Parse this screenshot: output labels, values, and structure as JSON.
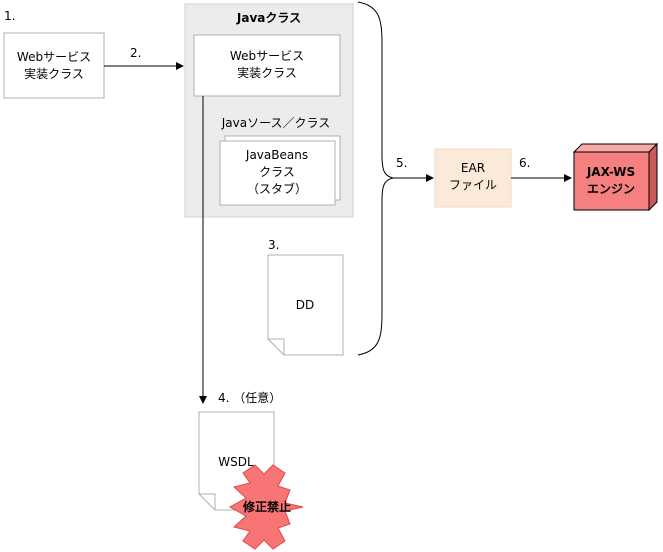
{
  "steps": {
    "s1": "1.",
    "s2": "2.",
    "s3": "3.",
    "s4": "4. （任意）",
    "s5": "5.",
    "s6": "6."
  },
  "web_service_impl_class": {
    "line1": "Webサービス",
    "line2": "実装クラス"
  },
  "java_classes_group": {
    "title": "Javaクラス",
    "inner_class": {
      "line1": "Webサービス",
      "line2": "実装クラス"
    },
    "source_title": "Javaソース／クラス",
    "javabeans": {
      "line1": "JavaBeans",
      "line2": "クラス",
      "line3": "（スタブ）"
    }
  },
  "dd_document": "DD",
  "wsdl_document": "WSDL",
  "edit_prohibited": "修正禁止",
  "ear_file": {
    "line1": "EAR",
    "line2": "ファイル"
  },
  "jax_ws_engine": {
    "line1": "JAX-WS",
    "line2": "エンジン"
  },
  "colors": {
    "group_fill": "#ececec",
    "group_stroke": "#d0d0d0",
    "box_stroke": "#b0b0b0",
    "ear_fill": "#fbe9d9",
    "engine_front": "#f68080",
    "engine_top": "#f9a8a8",
    "engine_side": "#c85a5a",
    "burst_fill": "#f87575",
    "burst_stroke": "#e04848"
  }
}
